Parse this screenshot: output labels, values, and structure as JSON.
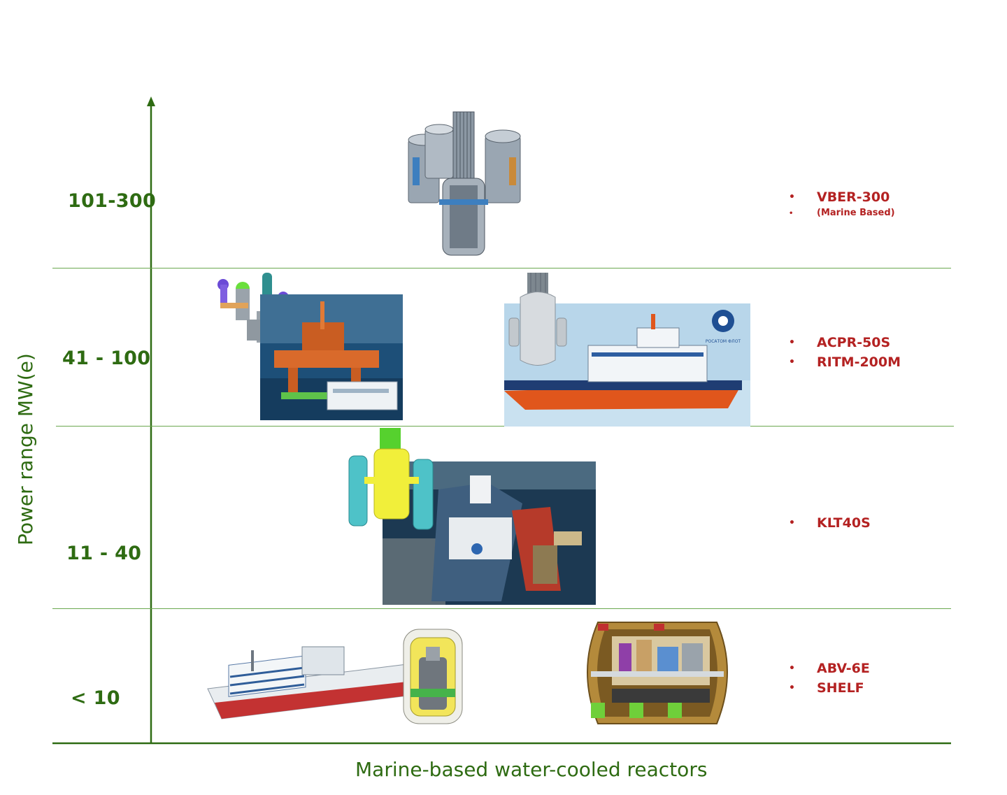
{
  "axes": {
    "y_label": "Power range MW(e)",
    "x_label": "Marine-based water-cooled reactors"
  },
  "bands": [
    {
      "label": "101-300",
      "reactors": [
        "VBER-300",
        "(Marine Based)"
      ]
    },
    {
      "label": "41 - 100",
      "reactors": [
        "ACPR-50S",
        "RITM-200M"
      ]
    },
    {
      "label": "11 - 40",
      "reactors": [
        "KLT40S"
      ]
    },
    {
      "label": "< 10",
      "reactors": [
        "ABV-6E",
        "SHELF"
      ]
    }
  ],
  "images": {
    "vber_reactor": "reactor-vessel-illustration",
    "acpr_platform": "offshore-platform-photo",
    "ritm_icebreaker": "icebreaker-ship-illustration",
    "rosatom_logo_text": "РОСАТОМ ФЛОТ",
    "klt_barge": "floating-power-unit-photo",
    "abv_barge": "floating-barge-illustration",
    "shelf_capsule": "underwater-capsule-illustration"
  },
  "colors": {
    "axis_green": "#2e6b12",
    "line_green": "#6aa84f",
    "bullet_red": "#b42222"
  }
}
